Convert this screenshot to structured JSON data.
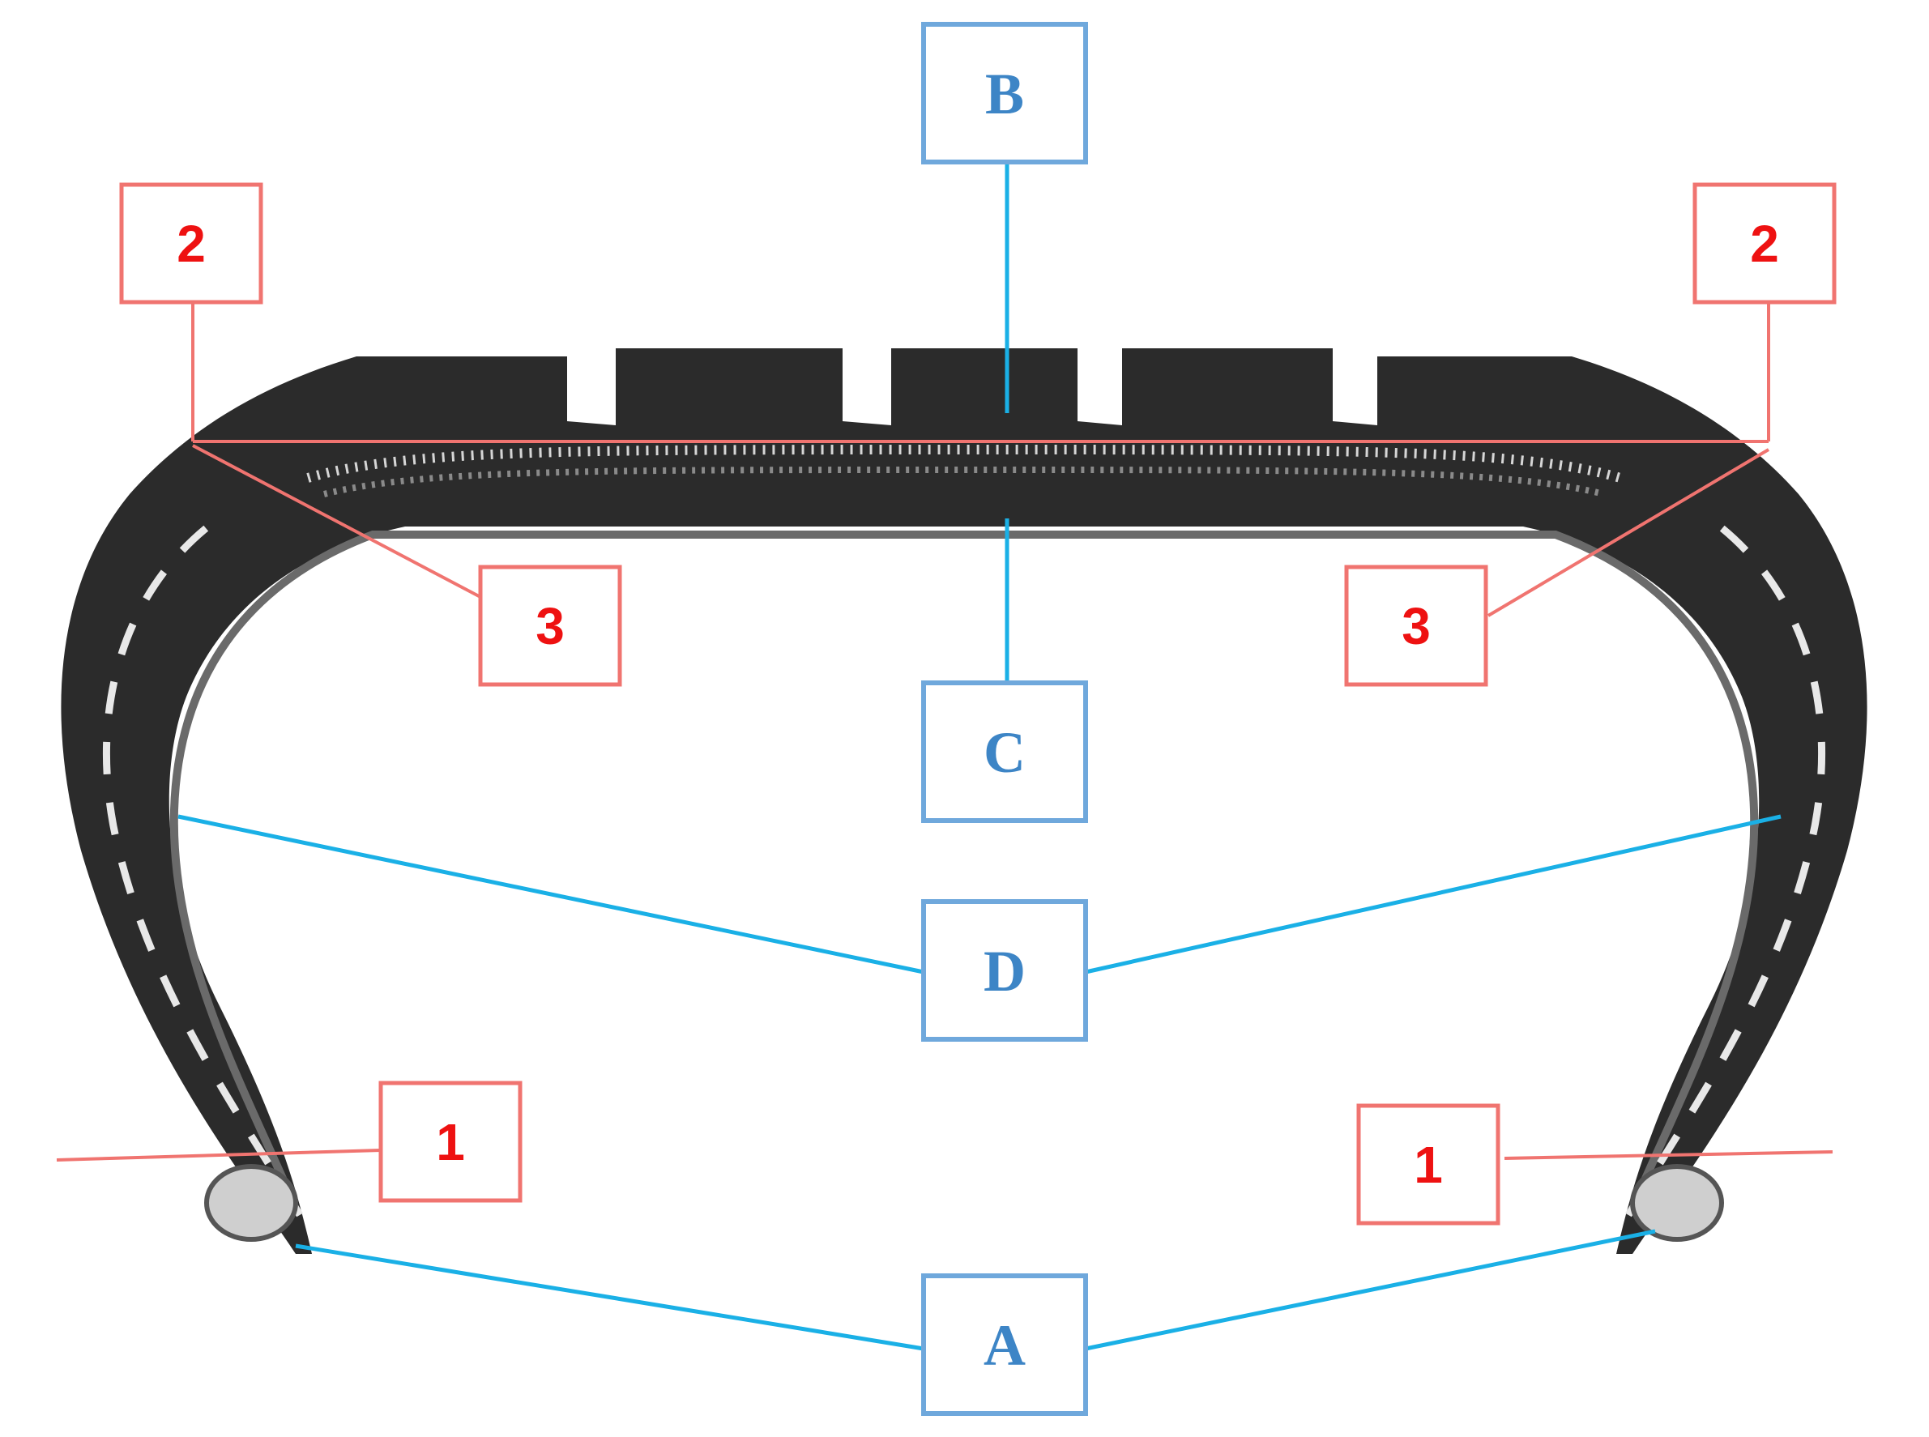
{
  "colors": {
    "blue": "#1ab0e6",
    "blue_box_stroke": "#6fa8dc",
    "blue_text": "#3d85c6",
    "red": "#f07470",
    "red_text": "#ee1111",
    "tire": "#2b2b2b"
  },
  "labels": {
    "A": "A",
    "B": "B",
    "C": "C",
    "D": "D",
    "one": "1",
    "two": "2",
    "three": "3"
  }
}
